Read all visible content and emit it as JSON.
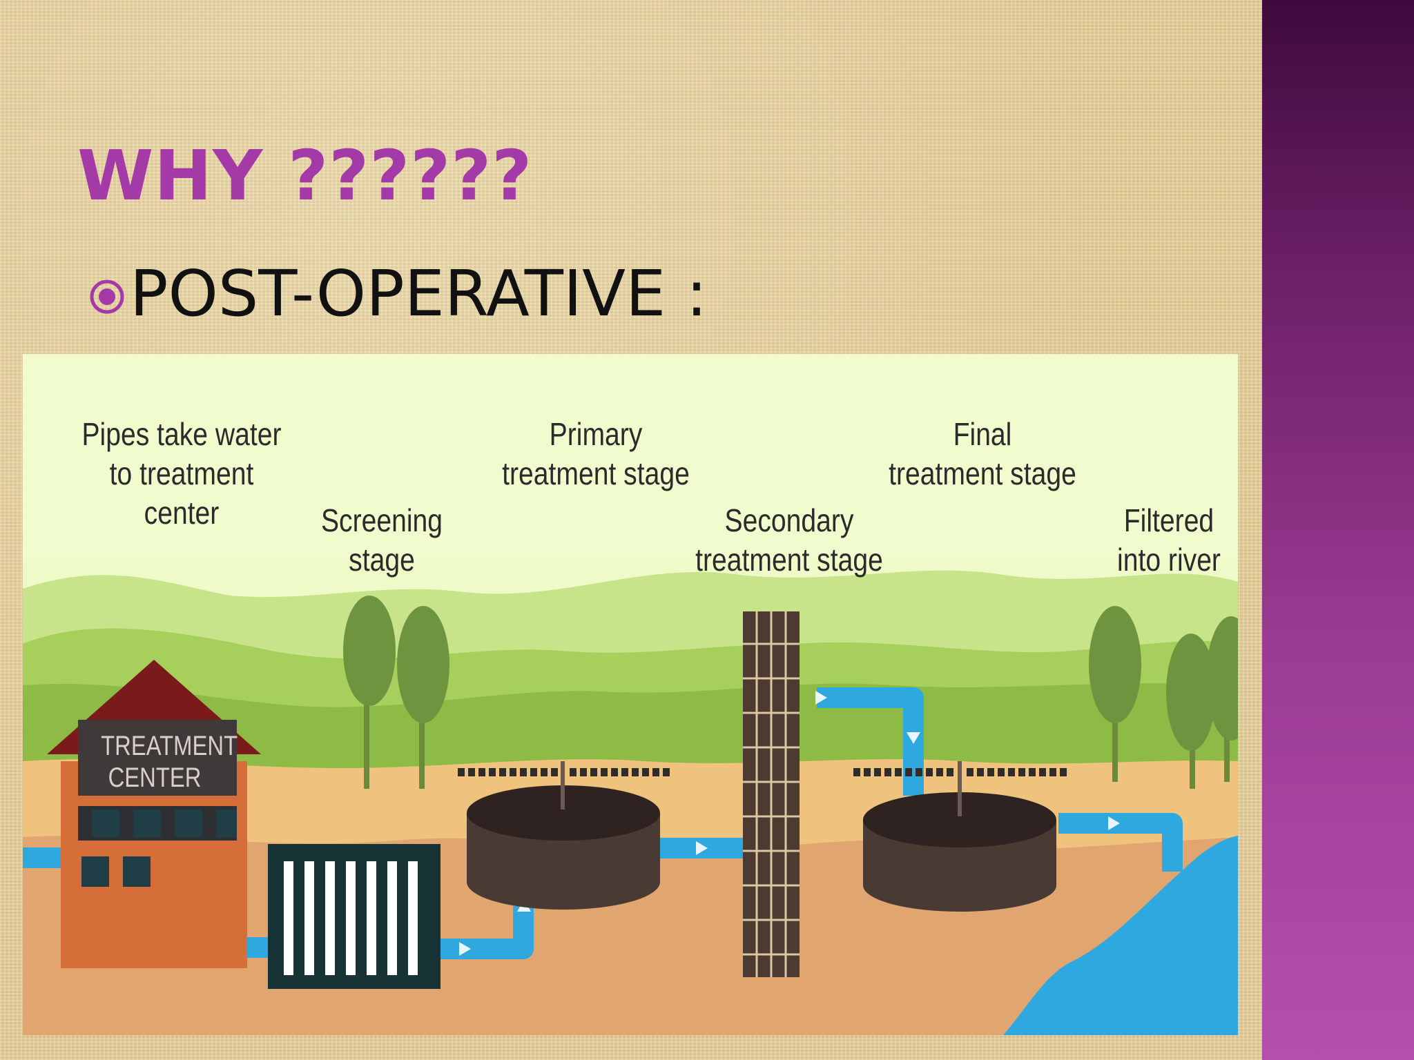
{
  "slide": {
    "title": "WHY ??????",
    "bullet": "POST-OPERATIVE :",
    "bullet_icon": "target-bullet-icon",
    "accent_color": "#a33aa7"
  },
  "diagram": {
    "building_sign": "TREATMENT\nCENTER",
    "labels": {
      "pipes": "Pipes take water\nto treatment\ncenter",
      "screening": "Screening\nstage",
      "primary": "Primary\ntreatment stage",
      "secondary": "Secondary\ntreatment stage",
      "final": "Final\ntreatment stage",
      "filtered": "Filtered\ninto river"
    },
    "colors": {
      "sky": "#eefbc8",
      "water": "#2fa8e0",
      "ground": "#e1a56f",
      "tank": "#4a3a34",
      "building": "#d66e3a",
      "roof": "#7a1a1a"
    }
  }
}
